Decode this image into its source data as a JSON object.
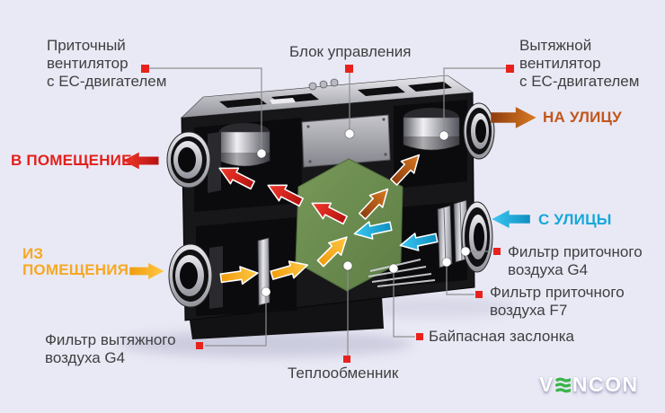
{
  "colors": {
    "background": "#e9e9f5",
    "label_text": "#3f3f41",
    "red": "#e3201b",
    "orange": "#c2561b",
    "yellow": "#f7a823",
    "blue": "#16a7da",
    "green": "#6d8d50",
    "callout_line": "#8f8f93",
    "marker": "#e8211d",
    "logo_green": "#3bb54a",
    "logo_white": "#ffffff"
  },
  "labels": {
    "supply_fan": {
      "lines": [
        "Приточный",
        "вентилятор",
        "с ЕС-двигателем"
      ]
    },
    "control_unit": {
      "text": "Блок управления"
    },
    "exhaust_fan": {
      "lines": [
        "Вытяжной",
        "вентилятор",
        "с ЕС-двигателем"
      ]
    },
    "to_street": {
      "text": "НА УЛИЦУ"
    },
    "to_room": {
      "text": "В ПОМЕЩЕНИЕ"
    },
    "from_street": {
      "text": "С УЛИЦЫ"
    },
    "from_room": {
      "lines": [
        "ИЗ",
        "ПОМЕЩЕНИЯ"
      ]
    },
    "supply_filter_g4": {
      "lines": [
        "Фильтр приточного",
        "воздуха G4"
      ]
    },
    "supply_filter_f7": {
      "lines": [
        "Фильтр приточного",
        "воздуха F7"
      ]
    },
    "bypass_damper": {
      "text": "Байпасная заслонка"
    },
    "exhaust_filter_g4": {
      "lines": [
        "Фильтр вытяжного",
        "воздуха G4"
      ]
    },
    "heat_exchanger": {
      "text": "Теплообменник"
    }
  },
  "logo": {
    "part1": "V",
    "part2": "NCON",
    "icon": "green-wave-e-icon"
  }
}
